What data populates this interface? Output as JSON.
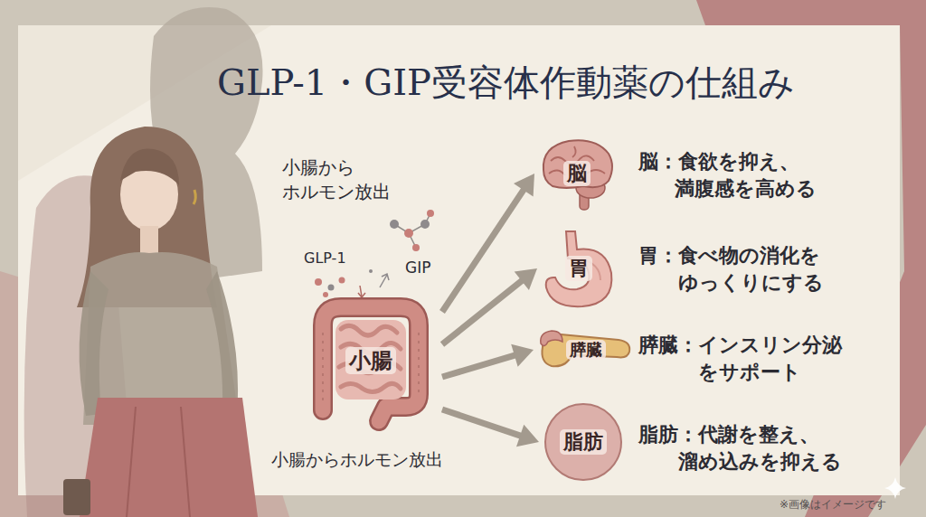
{
  "diagram": {
    "title": "GLP-1・GIP受容体作動薬の仕組み",
    "nodes": [
      {
        "text": [
          "小腸"
        ]
      },
      {
        "text": [
          "脳"
        ]
      },
      {
        "text": [
          "胃"
        ]
      },
      {
        "text": [
          "膵臓"
        ]
      },
      {
        "text": [
          "脂肪"
        ]
      }
    ],
    "edges": [
      {
        "from": 0,
        "to": 1,
        "arrow": "to"
      },
      {
        "from": 0,
        "to": 2,
        "arrow": "to"
      },
      {
        "from": 0,
        "to": 3,
        "arrow": "to"
      },
      {
        "from": 0,
        "to": 4,
        "arrow": "to"
      }
    ],
    "labels": [
      "小腸から ホルモン放出",
      "GLP-1",
      "GIP",
      "小腸からホルモン放出",
      "脳：食欲を抑え、 満腹感を高める",
      "胃：食べ物の消化を ゆっくりにする",
      "膵臓：インスリン分泌 をサポート",
      "脂肪：代謝を整え、 溜め込みを抑える",
      "※画像はイメージです"
    ]
  }
}
